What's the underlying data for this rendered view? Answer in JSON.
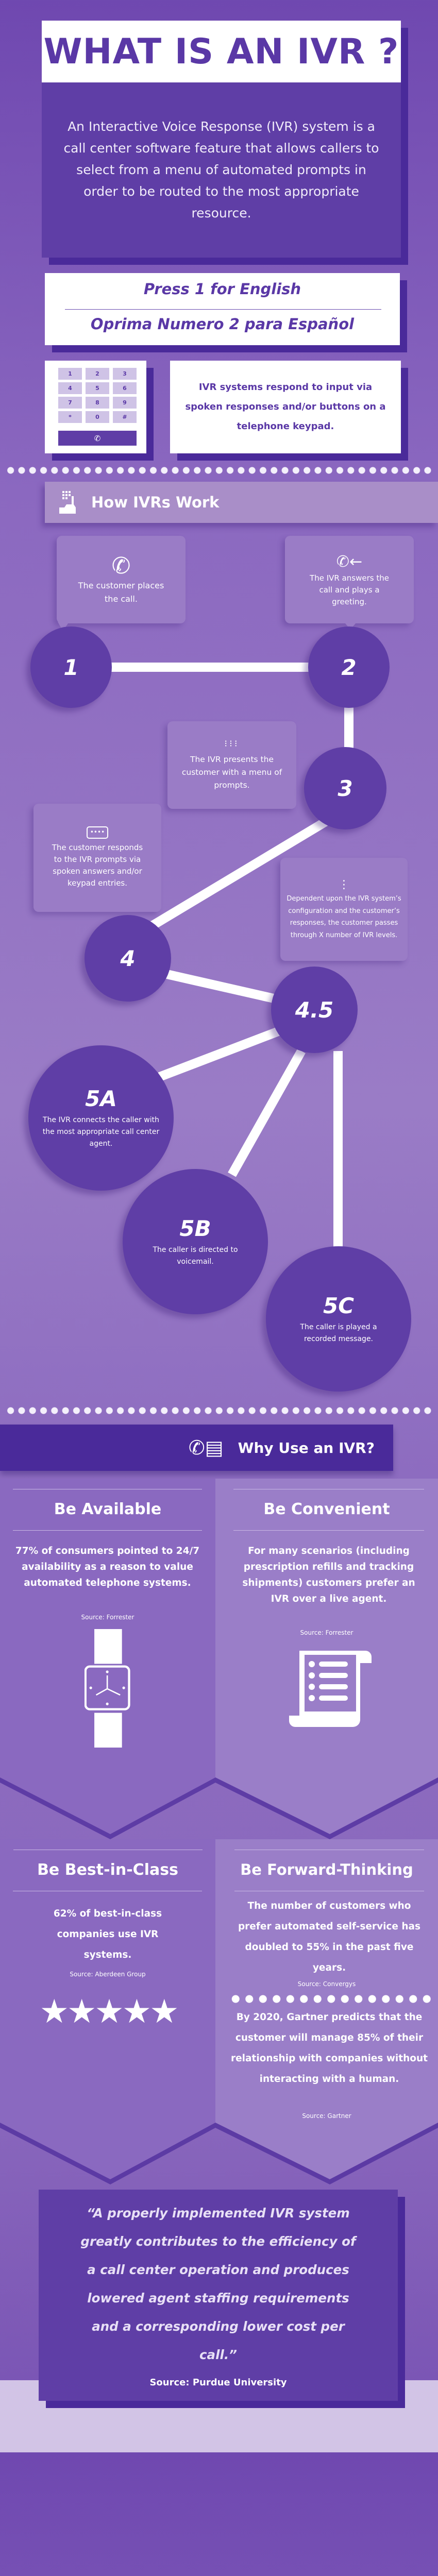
{
  "header": {
    "title": "WHAT IS AN IVR ?",
    "description": "An Interactive Voice Response (IVR) system is a call center software feature that allows callers to select from a menu of automated prompts in order to be routed to the most appropriate resource."
  },
  "prompts": {
    "line1": "Press 1 for English",
    "line2": "Oprima Numero 2 para Español"
  },
  "keypad": {
    "keys": [
      "1",
      "2",
      "3",
      "4",
      "5",
      "6",
      "7",
      "8",
      "9",
      "*",
      "0",
      "#"
    ],
    "call_icon": "phone-icon"
  },
  "keypad_text": "IVR systems respond to input via spoken responses and/or buttons on a telephone keypad.",
  "how": {
    "title": "How IVRs Work",
    "icon": "keypad-hand-icon",
    "steps": [
      {
        "num": "1",
        "text": "The customer places the call.",
        "icon": "phone-icon"
      },
      {
        "num": "2",
        "text": "The IVR answers the call and plays a greeting.",
        "icon": "incoming-call-icon"
      },
      {
        "num": "3",
        "text": "The IVR presents the customer with a menu of prompts.",
        "icon": "keypad-press-icon"
      },
      {
        "num": "4",
        "text": "The customer responds to the IVR prompts via spoken answers and/or keypad entries.",
        "icon": "chat-bubble-icon"
      },
      {
        "num": "4.5",
        "text": "Dependent upon the IVR system’s configuration and the customer’s responses, the customer passes through X number of IVR levels.",
        "icon": "levels-icon"
      }
    ],
    "outcomes": [
      {
        "num": "5A",
        "text": "The IVR connects the caller with the most appropriate call center agent."
      },
      {
        "num": "5B",
        "text": "The caller is directed to voicemail."
      },
      {
        "num": "5C",
        "text": "The caller is played a recorded message."
      }
    ]
  },
  "why": {
    "title": "Why Use an IVR?",
    "icon": "phone-chat-icon",
    "panels": [
      {
        "title": "Be Available",
        "body": "77% of consumers pointed to 24/7 availability as a reason to value automated telephone systems.",
        "source": "Source: Forrester",
        "icon": "watch-icon"
      },
      {
        "title": "Be Convenient",
        "body": "For many scenarios (including prescription refills and tracking shipments) customers prefer an IVR over a live agent.",
        "source": "Source: Forrester",
        "icon": "scroll-list-icon"
      },
      {
        "title": "Be Best-in-Class",
        "body": "62% of best-in-class companies use IVR systems.",
        "source": "Source: Aberdeen Group",
        "stars": 5
      },
      {
        "title": "Be Forward-Thinking",
        "body": "The number of customers who prefer automated self-service has doubled to 55% in the past five years.",
        "source": "Source: Convergys",
        "body2": "By 2020, Gartner predicts that the customer will manage 85% of their relationship with companies without interacting with a human.",
        "source2": "Source: Gartner"
      }
    ]
  },
  "quote": {
    "text": "“A properly implemented IVR system greatly contributes to the efficiency of a call center operation and produces lowered agent staffing requirements and a corresponding lower cost per call.”",
    "source": "Source: Purdue University"
  },
  "colors": {
    "primary": "#5f3ea6",
    "dark": "#4a2a9a",
    "light": "#a98ec8",
    "text": "#ffffff"
  }
}
